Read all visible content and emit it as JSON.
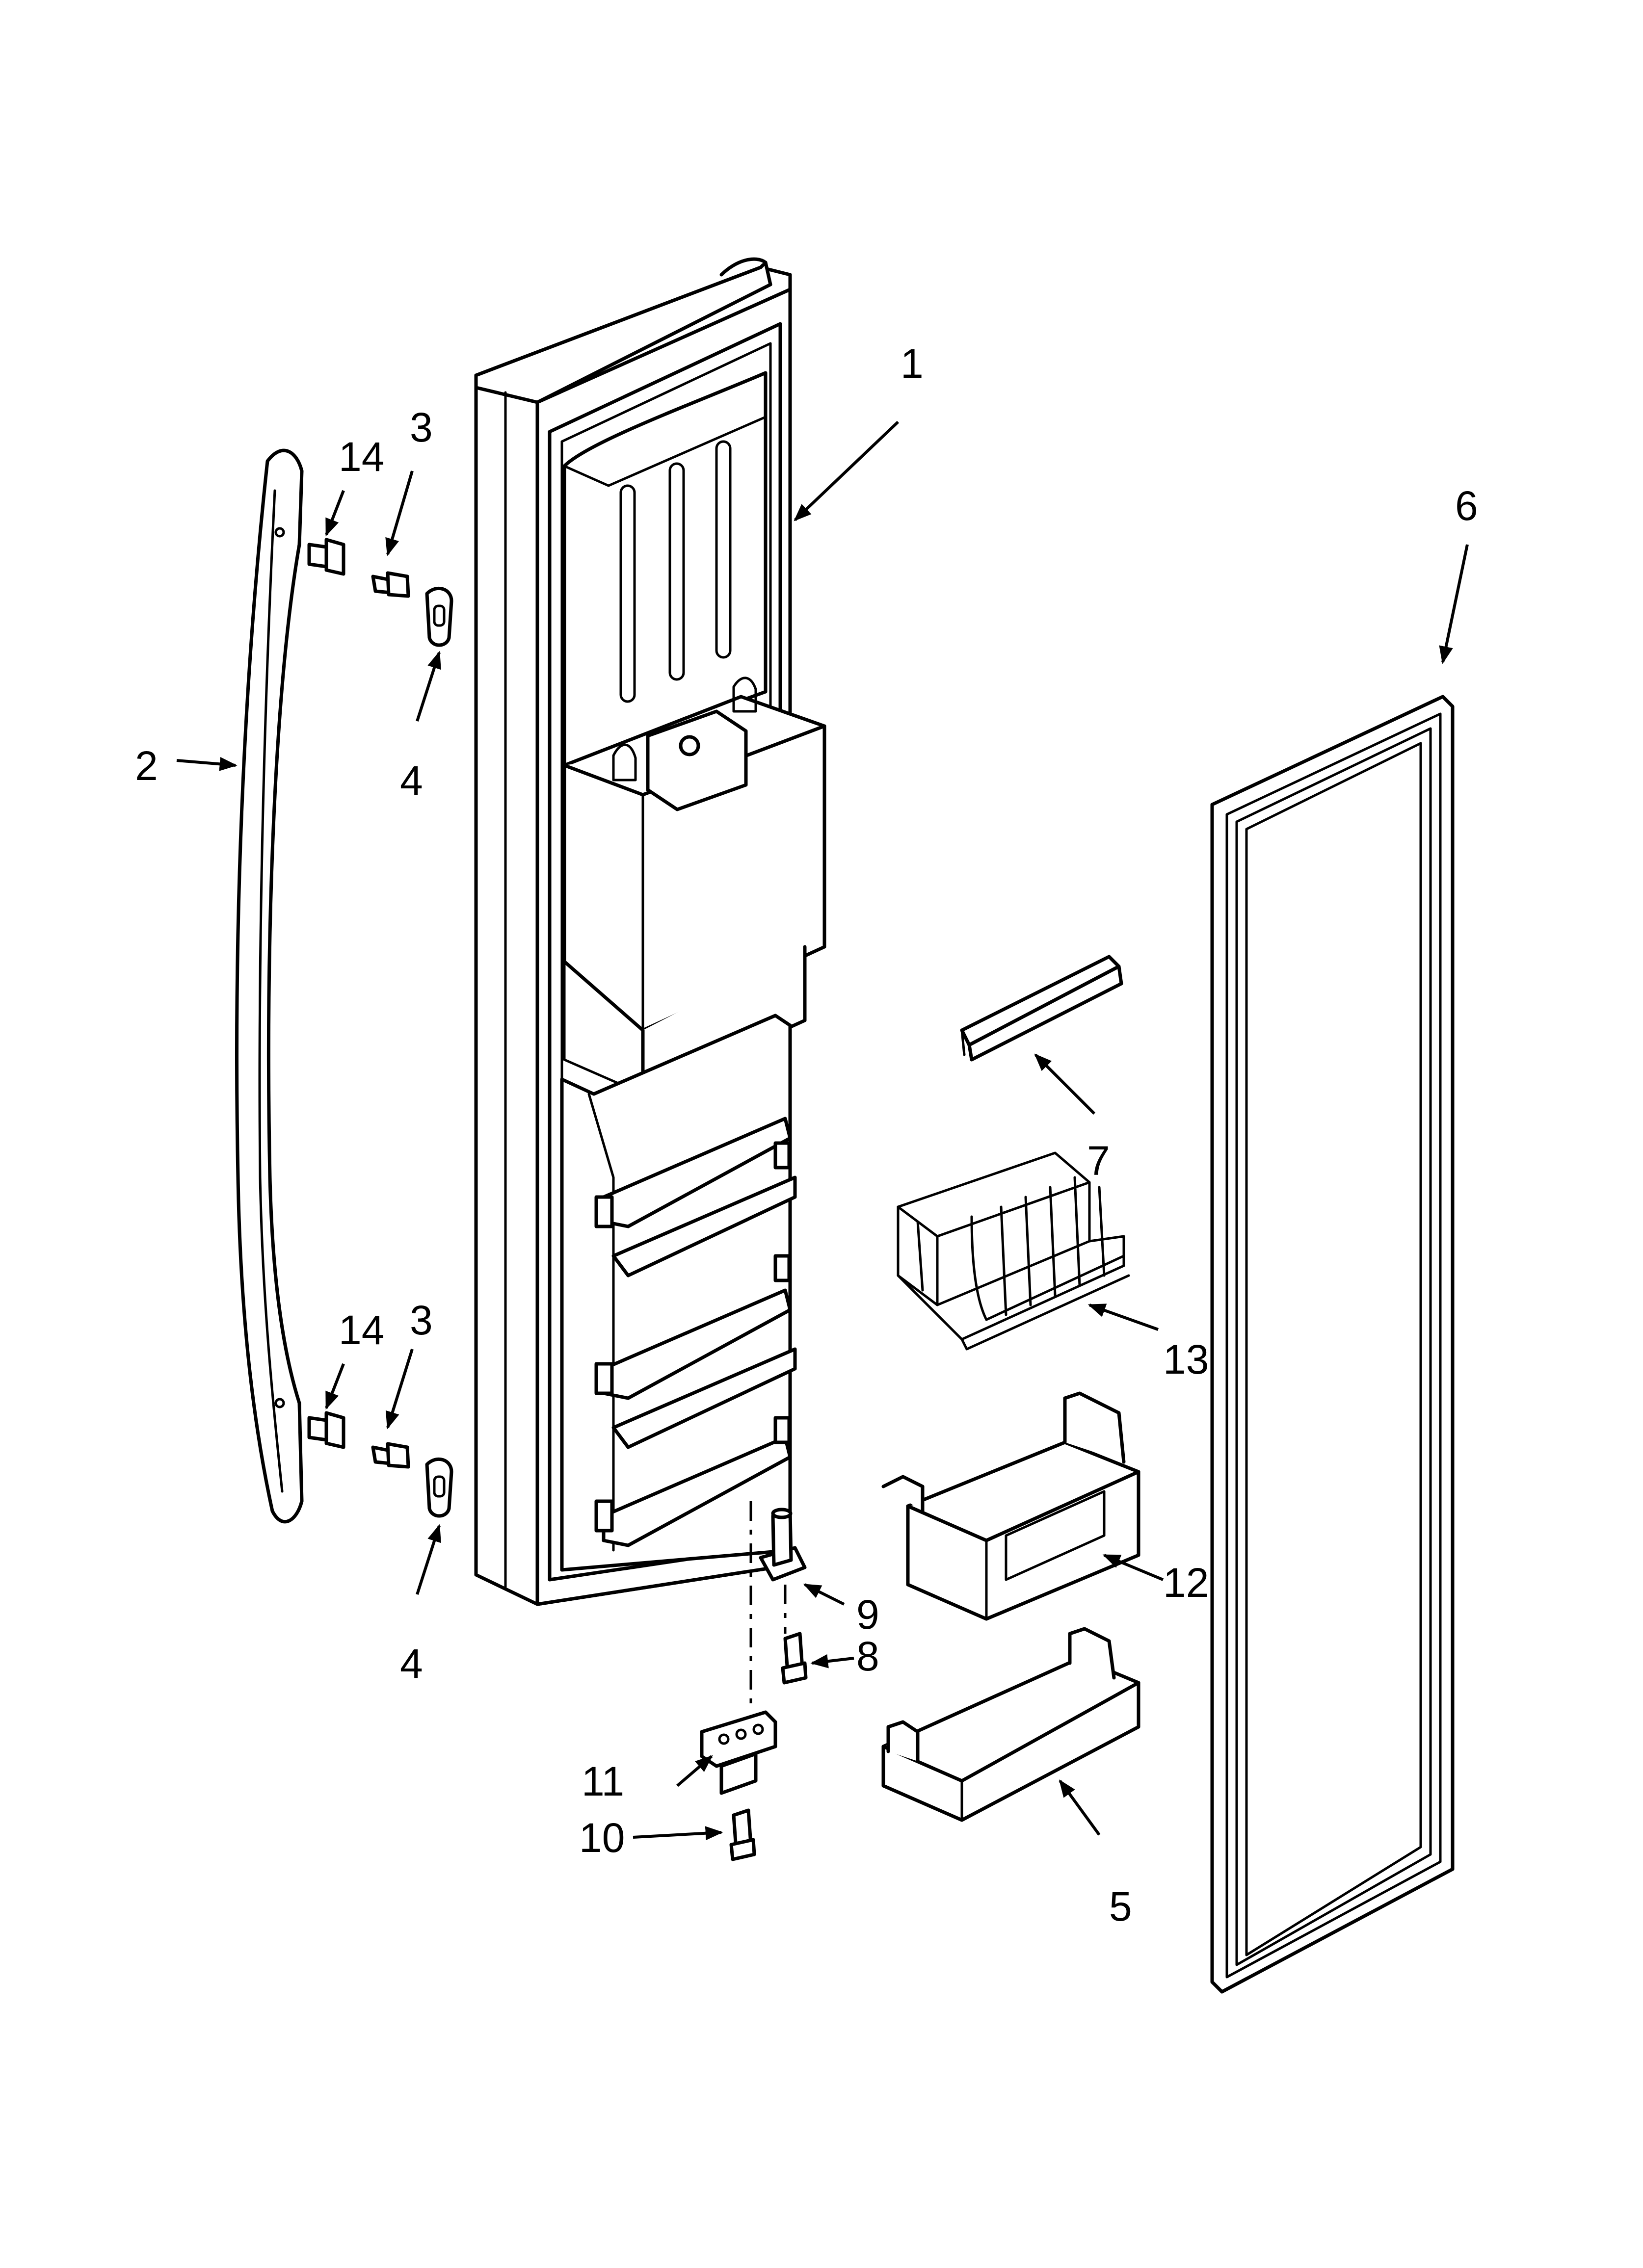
{
  "callouts": {
    "c1": "1",
    "c2": "2",
    "c3_top": "3",
    "c3_bottom": "3",
    "c4_top": "4",
    "c4_bottom": "4",
    "c5": "5",
    "c6": "6",
    "c7": "7",
    "c8": "8",
    "c9": "9",
    "c10": "10",
    "c11": "11",
    "c12": "12",
    "c13": "13",
    "c14_top": "14",
    "c14_bottom": "14"
  },
  "colors": {
    "line": "#000000",
    "background": "#ffffff",
    "shade": "#d9d9d9"
  }
}
